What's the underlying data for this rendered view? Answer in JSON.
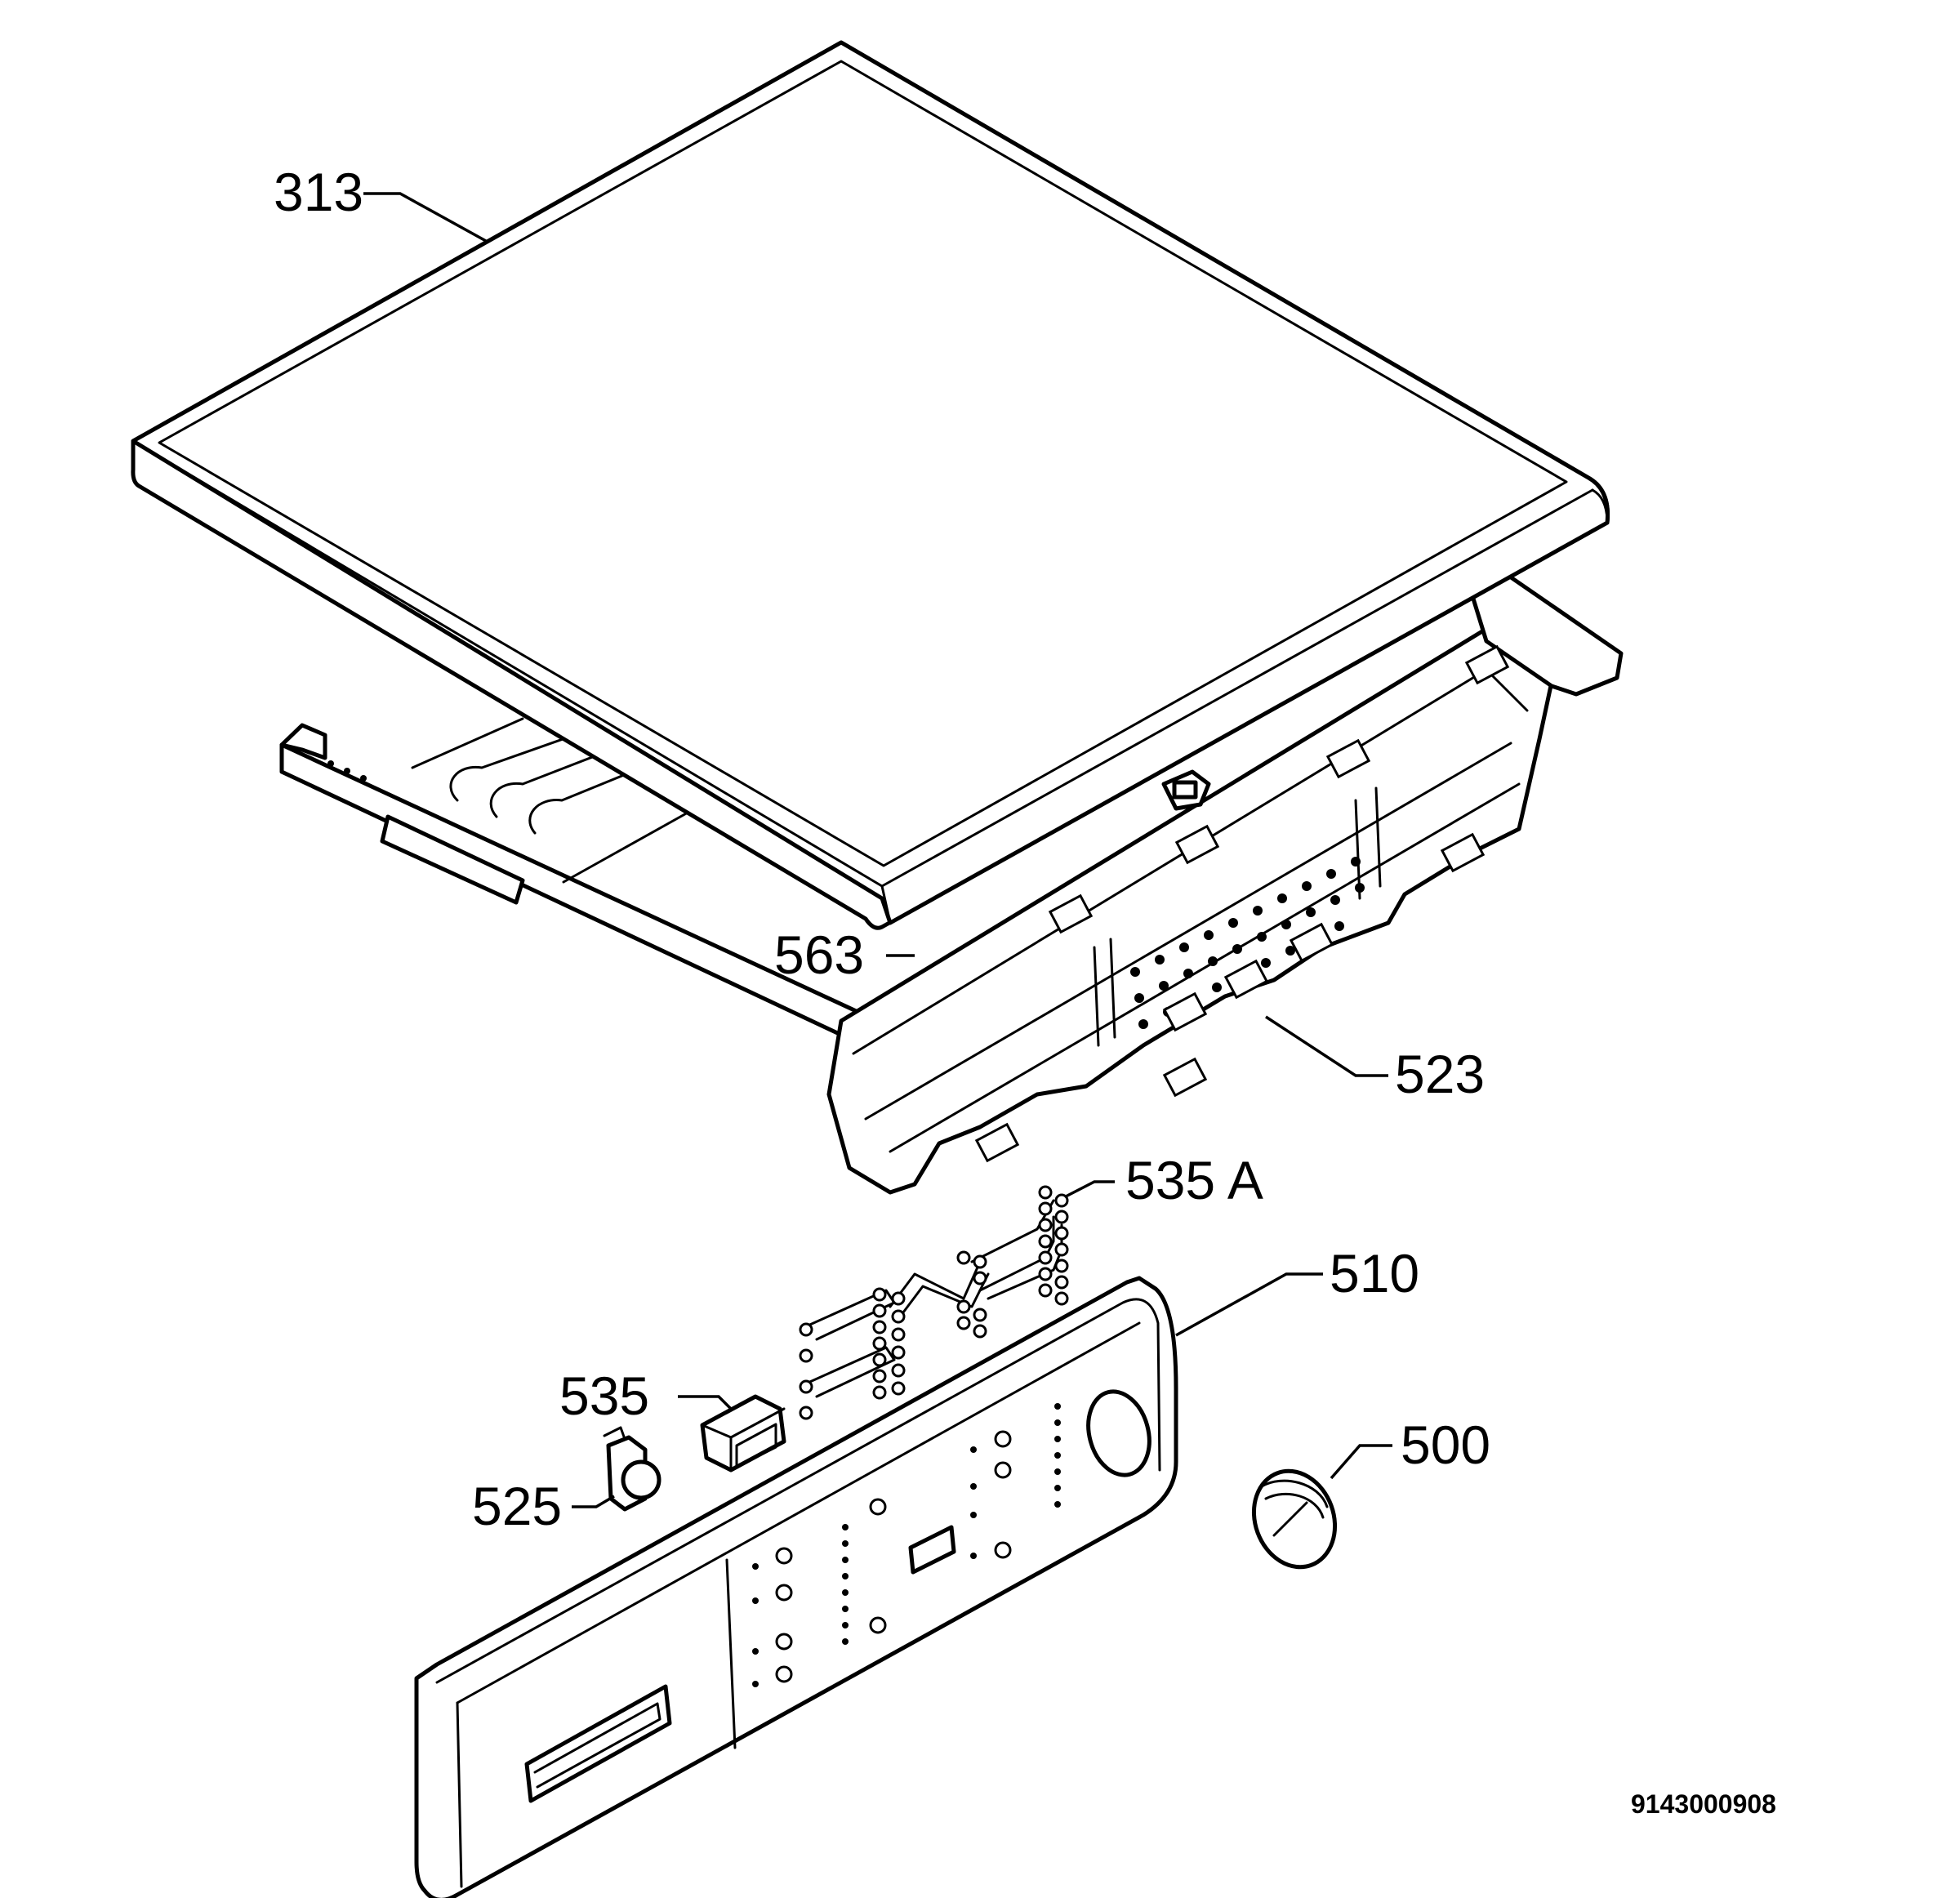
{
  "callouts": {
    "c313": "313",
    "c563": "563",
    "c523": "523",
    "c535a": "535 A",
    "c510": "510",
    "c535": "535",
    "c525": "525",
    "c500": "500"
  },
  "drawing_number": "9143000908"
}
